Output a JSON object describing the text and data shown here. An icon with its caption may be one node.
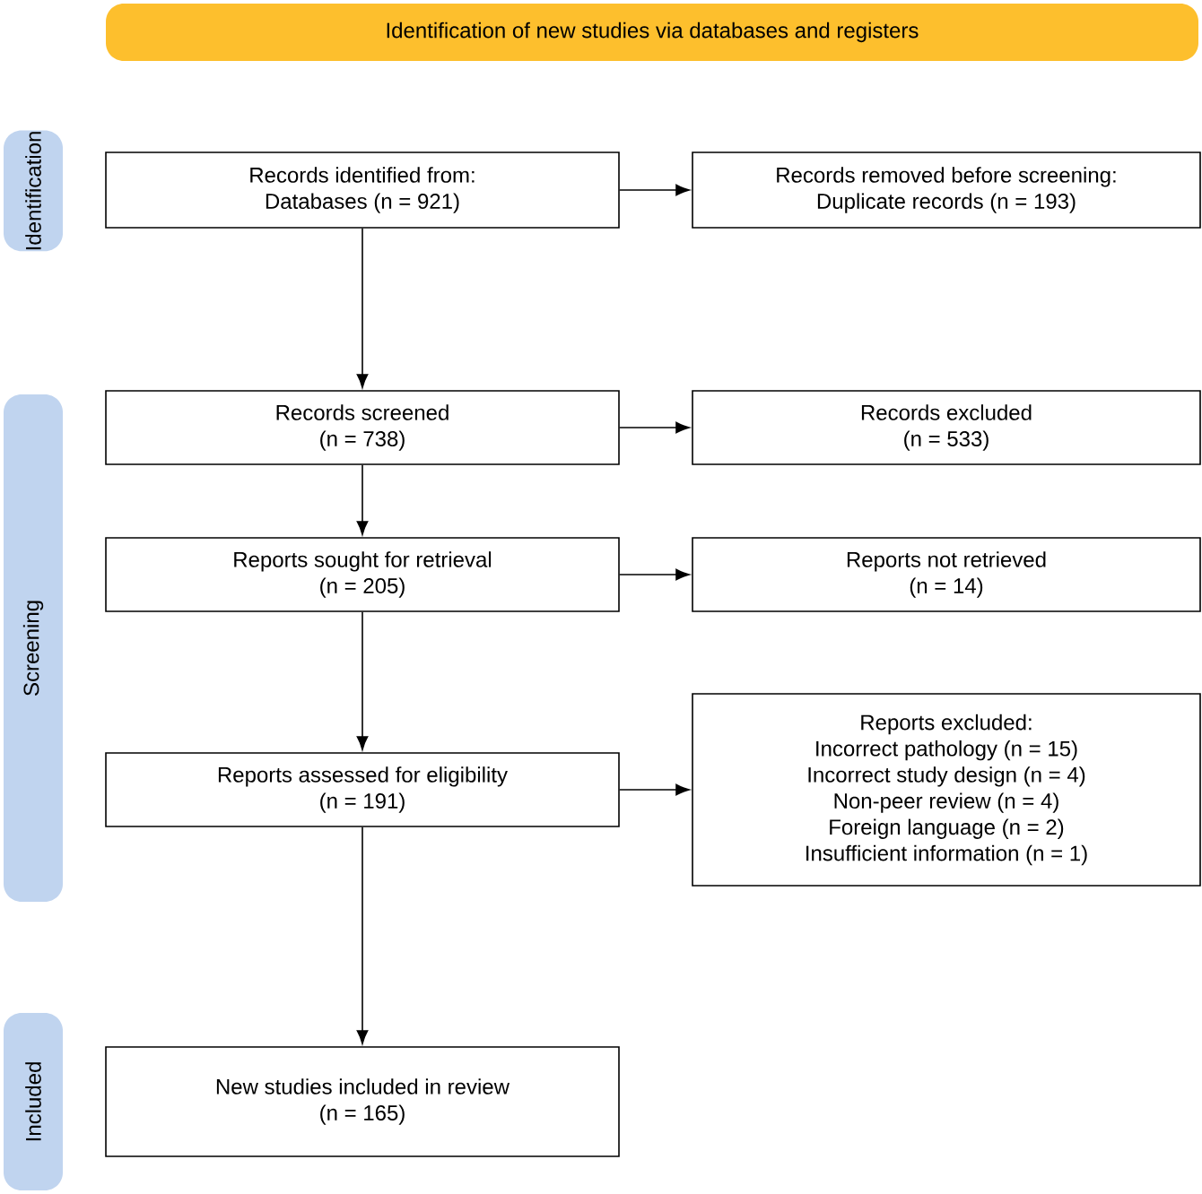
{
  "diagram": {
    "nodes": [
      {
        "text": [
          "Identification of new studies via databases and registers"
        ]
      },
      {
        "text": [
          "Identification"
        ]
      },
      {
        "text": [
          "Records identified from:",
          "Databases (n = 921)"
        ]
      },
      {
        "text": [
          "Records removed before screening:",
          "Duplicate records (n = 193)"
        ]
      },
      {
        "text": [
          "Screening"
        ]
      },
      {
        "text": [
          "Records screened",
          "(n = 738)"
        ]
      },
      {
        "text": [
          "Records excluded",
          "(n = 533)"
        ]
      },
      {
        "text": [
          "Reports sought for retrieval",
          "(n = 205)"
        ]
      },
      {
        "text": [
          "Reports not retrieved",
          "(n = 14)"
        ]
      },
      {
        "text": [
          "Reports assessed for eligibility",
          "(n = 191)"
        ]
      },
      {
        "text": [
          "Reports excluded:",
          "Incorrect pathology (n = 15)",
          "Incorrect study design (n = 4)",
          "Non-peer review (n = 4)",
          "Foreign language (n = 2)",
          "Insufficient information (n = 1)"
        ]
      },
      {
        "text": [
          "Included"
        ]
      },
      {
        "text": [
          "New studies included in review",
          "(n = 165)"
        ]
      }
    ],
    "edges": [
      {
        "from": 2,
        "to": 3,
        "arrow": "to"
      },
      {
        "from": 2,
        "to": 5,
        "arrow": "to"
      },
      {
        "from": 5,
        "to": 6,
        "arrow": "to"
      },
      {
        "from": 5,
        "to": 7,
        "arrow": "to"
      },
      {
        "from": 7,
        "to": 8,
        "arrow": "to"
      },
      {
        "from": 7,
        "to": 9,
        "arrow": "to"
      },
      {
        "from": 9,
        "to": 10,
        "arrow": "to"
      },
      {
        "from": 9,
        "to": 12,
        "arrow": "to"
      }
    ]
  }
}
